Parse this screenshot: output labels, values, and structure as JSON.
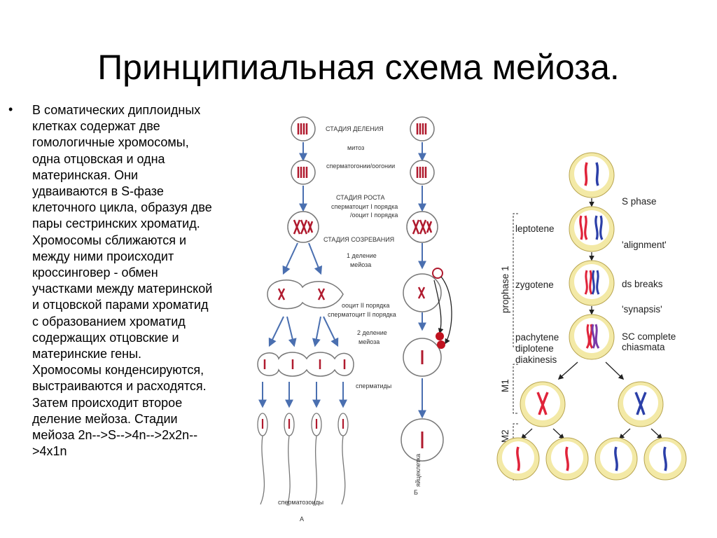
{
  "title": "Принципиальная схема мейоза.",
  "bullet": "•",
  "body_text": "В соматических диплоидных\nклетках содержат две\nгомологичные хромосомы,\nодна отцовская и одна\nматеринская. Они\nудваиваются в S-фазе\nклеточного цикла, образуя две\nпары сестринских хроматид.\nХромосомы сближаются и\nмежду ними происходит\nкроссинговер - обмен\nучастками между материнской\nи отцовской парами хроматид\nс образованием хроматид\nсодержащих отцовские и\nматеринские гены.\nХромосомы конденсируются,\nвыстраиваются и расходятся.\nЗатем происходит второе\nделение мейоза. Стадии\nмейоза 2n-->S-->4n-->2x2n--\n>4x1n",
  "diagram_a": {
    "stage_division": "СТАДИЯ ДЕЛЕНИЯ",
    "mitosis": "митоз",
    "spermatogonia": "сперматогонии/оогонии",
    "stage_growth": "СТАДИЯ РОСТА",
    "spermatocyte1": "сперматоцит I порядка",
    "oocyte1": "/ооцит I порядка",
    "stage_maturation": "СТАДИЯ СОЗРЕВАНИЯ",
    "division1a": "1 деление",
    "division1b": "мейоза",
    "oocyte2": "ооцит II порядка",
    "spermatocyte2": "сперматоцит II порядка",
    "division2a": "2 деление",
    "division2b": "мейоза",
    "spermatids": "сперматиды",
    "egg": "яйцеклетка",
    "spermatozoa": "сперматозоиды",
    "label_a": "А",
    "label_b": "Б"
  },
  "diagram_b": {
    "s_phase": "S phase",
    "leptotene": "leptotene",
    "alignment": "'alignment'",
    "zygotene": "zygotene",
    "ds_breaks": "ds breaks",
    "synapsis": "'synapsis'",
    "pachytene": "pachytene",
    "diplotene": "diplotene",
    "diakinesis": "diakinesis",
    "sc_complete": "SC complete",
    "chiasmata": "chiasmata",
    "prophase1": "prophase 1",
    "m1": "M1",
    "m2": "M2"
  },
  "colors": {
    "red": "#e0233a",
    "blue": "#2b3fa8",
    "cell_ring": "#f3e9a6",
    "cell_outline": "#b8a550",
    "arrow": "#4a6fb0"
  }
}
